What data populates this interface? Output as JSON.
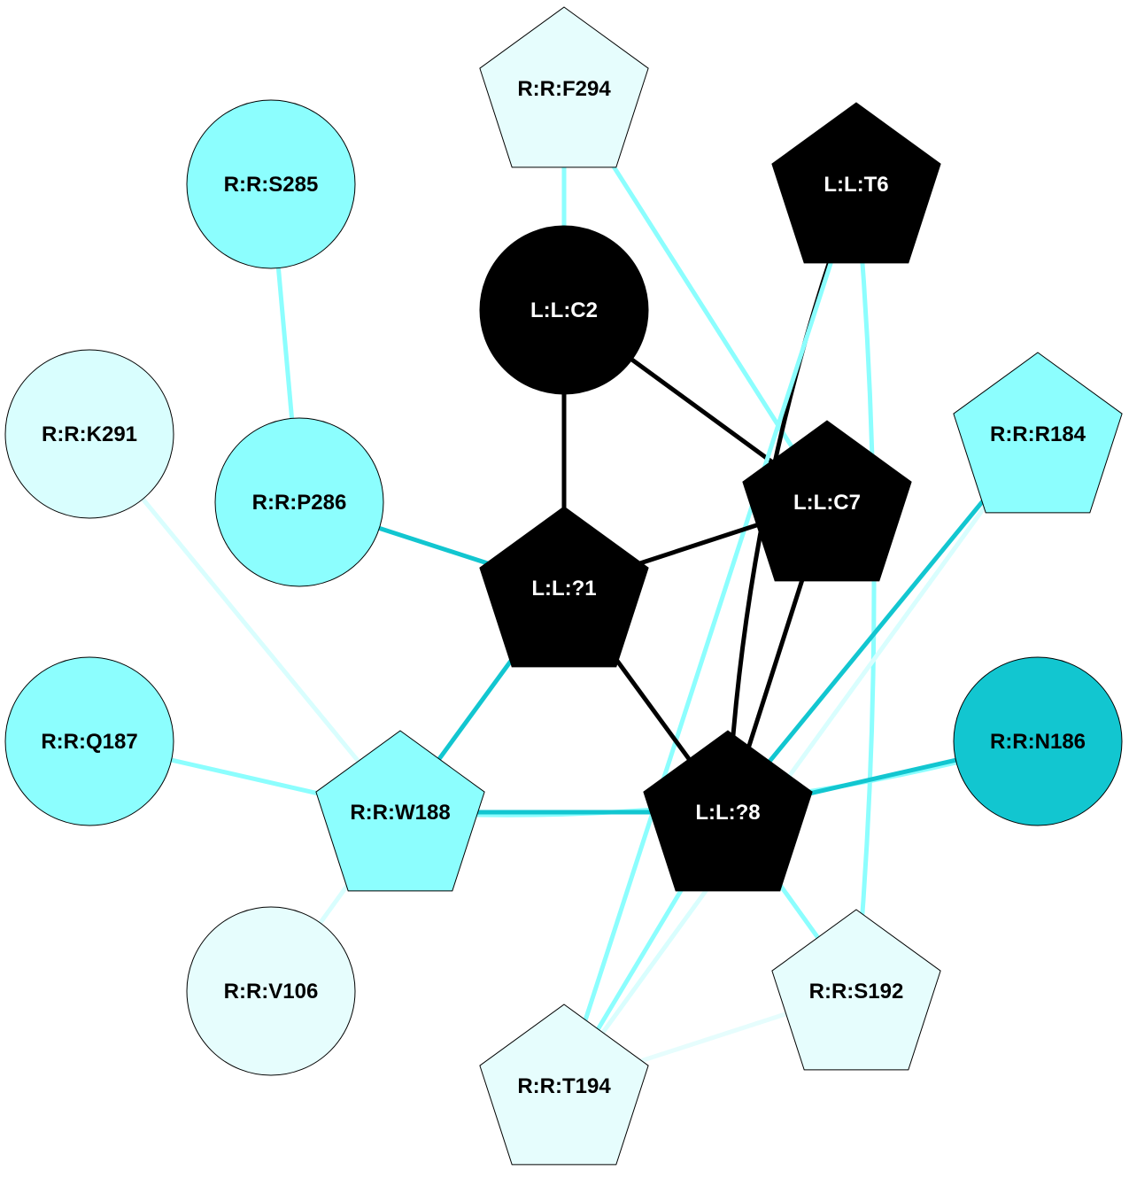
{
  "nodes": [
    {
      "id": "F294",
      "label": "R:R:F294",
      "shape": "pentagon",
      "fill": "#e6fdfd",
      "text_color": "#000000"
    },
    {
      "id": "T6",
      "label": "L:L:T6",
      "shape": "pentagon",
      "fill": "#000000",
      "text_color": "#ffffff"
    },
    {
      "id": "S285",
      "label": "R:R:S285",
      "shape": "circle",
      "fill": "#8cfefe",
      "text_color": "#000000"
    },
    {
      "id": "C2",
      "label": "L:L:C2",
      "shape": "circle",
      "fill": "#000000",
      "text_color": "#ffffff"
    },
    {
      "id": "K291",
      "label": "R:R:K291",
      "shape": "circle",
      "fill": "#d9fefe",
      "text_color": "#000000"
    },
    {
      "id": "R184",
      "label": "R:R:R184",
      "shape": "pentagon",
      "fill": "#8cfefe",
      "text_color": "#000000"
    },
    {
      "id": "P286",
      "label": "R:R:P286",
      "shape": "circle",
      "fill": "#8cfefe",
      "text_color": "#000000"
    },
    {
      "id": "C7",
      "label": "L:L:C7",
      "shape": "pentagon",
      "fill": "#000000",
      "text_color": "#ffffff"
    },
    {
      "id": "L1",
      "label": "L:L:?1",
      "shape": "pentagon",
      "fill": "#000000",
      "text_color": "#ffffff"
    },
    {
      "id": "Q187",
      "label": "R:R:Q187",
      "shape": "circle",
      "fill": "#8cfefe",
      "text_color": "#000000"
    },
    {
      "id": "N186",
      "label": "R:R:N186",
      "shape": "circle",
      "fill": "#12c6d0",
      "text_color": "#000000"
    },
    {
      "id": "W188",
      "label": "R:R:W188",
      "shape": "pentagon",
      "fill": "#8cfefe",
      "text_color": "#000000"
    },
    {
      "id": "L8",
      "label": "L:L:?8",
      "shape": "pentagon",
      "fill": "#000000",
      "text_color": "#ffffff"
    },
    {
      "id": "V106",
      "label": "R:R:V106",
      "shape": "circle",
      "fill": "#e6fdfd",
      "text_color": "#000000"
    },
    {
      "id": "S192",
      "label": "R:R:S192",
      "shape": "pentagon",
      "fill": "#e6fdfd",
      "text_color": "#000000"
    },
    {
      "id": "T194",
      "label": "R:R:T194",
      "shape": "pentagon",
      "fill": "#e6fdfd",
      "text_color": "#000000"
    }
  ],
  "edges": [
    {
      "from": "F294",
      "to": "C2",
      "color": "#8cfefe",
      "curve": 0
    },
    {
      "from": "F294",
      "to": "C7",
      "color": "#8cfefe",
      "curve": 0
    },
    {
      "from": "S285",
      "to": "P286",
      "color": "#8cfefe",
      "curve": 0
    },
    {
      "from": "C2",
      "to": "L1",
      "color": "#000000",
      "curve": 0
    },
    {
      "from": "C2",
      "to": "C7",
      "color": "#000000",
      "curve": 0
    },
    {
      "from": "T6",
      "to": "L8",
      "color": "#000000",
      "curve": 55
    },
    {
      "from": "T6",
      "to": "T194",
      "color": "#8cfefe",
      "curve": 0
    },
    {
      "from": "T6",
      "to": "S192",
      "color": "#8cfefe",
      "curve": -40
    },
    {
      "from": "P286",
      "to": "L1",
      "color": "#12c6d0",
      "curve": 0
    },
    {
      "from": "L1",
      "to": "C7",
      "color": "#000000",
      "curve": 0
    },
    {
      "from": "L1",
      "to": "W188",
      "color": "#12c6d0",
      "curve": 0
    },
    {
      "from": "L1",
      "to": "L8",
      "color": "#000000",
      "curve": 0
    },
    {
      "from": "C7",
      "to": "L8",
      "color": "#000000",
      "curve": 0
    },
    {
      "from": "K291",
      "to": "W188",
      "color": "#d9fefe",
      "curve": 0
    },
    {
      "from": "R184",
      "to": "L8",
      "color": "#12c6d0",
      "curve": 0
    },
    {
      "from": "R184",
      "to": "T194",
      "color": "#d9fefe",
      "curve": 0
    },
    {
      "from": "Q187",
      "to": "W188",
      "color": "#8cfefe",
      "curve": 0
    },
    {
      "from": "W188",
      "to": "N186",
      "color": "#8cfefe",
      "curve": 60
    },
    {
      "from": "W188",
      "to": "L8",
      "color": "#12c6d0",
      "curve": 0
    },
    {
      "from": "W188",
      "to": "V106",
      "color": "#d9fefe",
      "curve": 0
    },
    {
      "from": "N186",
      "to": "L8",
      "color": "#12c6d0",
      "curve": 0
    },
    {
      "from": "L8",
      "to": "T194",
      "color": "#8cfefe",
      "curve": 0
    },
    {
      "from": "L8",
      "to": "S192",
      "color": "#8cfefe",
      "curve": 0
    },
    {
      "from": "S192",
      "to": "T194",
      "color": "#e6fdfd",
      "curve": 0
    }
  ]
}
